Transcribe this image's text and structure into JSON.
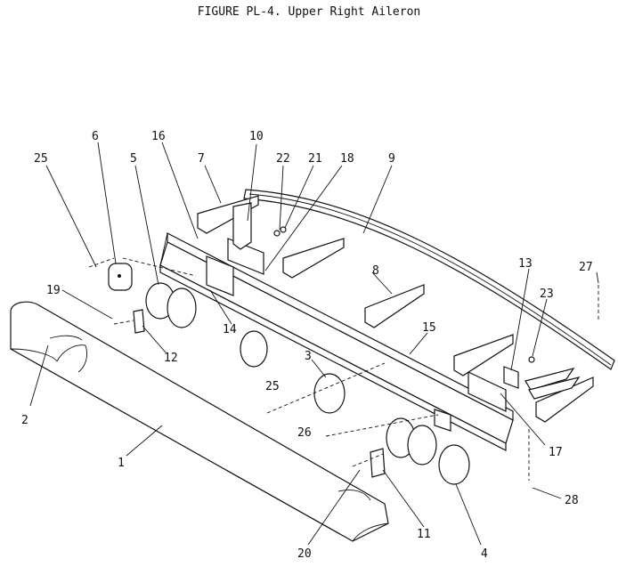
{
  "figure": {
    "title": "FIGURE PL-4.  Upper Right Aileron"
  },
  "callouts": {
    "c1": "1",
    "c2": "2",
    "c3": "3",
    "c4": "4",
    "c5": "5",
    "c6": "6",
    "c7": "7",
    "c8": "8",
    "c9": "9",
    "c10": "10",
    "c11": "11",
    "c12": "12",
    "c13": "13",
    "c14": "14",
    "c15": "15",
    "c16": "16",
    "c17": "17",
    "c18": "18",
    "c19": "19",
    "c20": "20",
    "c21": "21",
    "c22": "22",
    "c23": "23",
    "c25a": "25",
    "c25b": "25",
    "c26": "26",
    "c27": "27",
    "c28": "28"
  }
}
